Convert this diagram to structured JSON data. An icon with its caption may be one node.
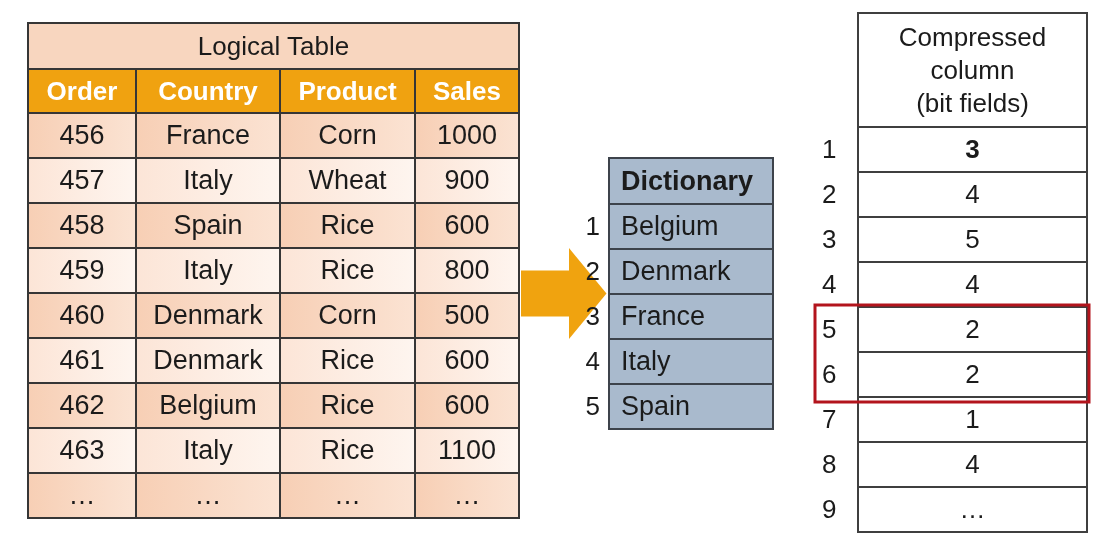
{
  "diagram": {
    "nodes": [
      {
        "text": [
          "Logical Table"
        ]
      },
      {
        "text": [
          "Order"
        ],
        "in": 0
      },
      {
        "text": [
          "Country"
        ],
        "in": 0
      },
      {
        "text": [
          "Product"
        ],
        "in": 0
      },
      {
        "text": [
          "Sales"
        ],
        "in": 0
      },
      {
        "text": [
          "456"
        ],
        "in": 0
      },
      {
        "text": [
          "France"
        ],
        "in": 0
      },
      {
        "text": [
          "Corn"
        ],
        "in": 0
      },
      {
        "text": [
          "1000"
        ],
        "in": 0
      },
      {
        "text": [
          "457"
        ],
        "in": 0
      },
      {
        "text": [
          "Italy"
        ],
        "in": 0
      },
      {
        "text": [
          "Wheat"
        ],
        "in": 0
      },
      {
        "text": [
          "900"
        ],
        "in": 0
      },
      {
        "text": [
          "458"
        ],
        "in": 0
      },
      {
        "text": [
          "Spain"
        ],
        "in": 0
      },
      {
        "text": [
          "Rice"
        ],
        "in": 0
      },
      {
        "text": [
          "600"
        ],
        "in": 0
      },
      {
        "text": [
          "459"
        ],
        "in": 0
      },
      {
        "text": [
          "Italy"
        ],
        "in": 0
      },
      {
        "text": [
          "Rice"
        ],
        "in": 0
      },
      {
        "text": [
          "800"
        ],
        "in": 0
      },
      {
        "text": [
          "460"
        ],
        "in": 0
      },
      {
        "text": [
          "Denmark"
        ],
        "in": 0
      },
      {
        "text": [
          "Corn"
        ],
        "in": 0
      },
      {
        "text": [
          "500"
        ],
        "in": 0
      },
      {
        "text": [
          "461"
        ],
        "in": 0
      },
      {
        "text": [
          "Denmark"
        ],
        "in": 0
      },
      {
        "text": [
          "Rice"
        ],
        "in": 0
      },
      {
        "text": [
          "600"
        ],
        "in": 0
      },
      {
        "text": [
          "462"
        ],
        "in": 0
      },
      {
        "text": [
          "Belgium"
        ],
        "in": 0
      },
      {
        "text": [
          "Rice"
        ],
        "in": 0
      },
      {
        "text": [
          "600"
        ],
        "in": 0
      },
      {
        "text": [
          "463"
        ],
        "in": 0
      },
      {
        "text": [
          "Italy"
        ],
        "in": 0
      },
      {
        "text": [
          "Rice"
        ],
        "in": 0
      },
      {
        "text": [
          "1100"
        ],
        "in": 0
      },
      {
        "text": [
          "…"
        ],
        "in": 0
      },
      {
        "text": [
          "…"
        ],
        "in": 0
      },
      {
        "text": [
          "…"
        ],
        "in": 0
      },
      {
        "text": [
          "…"
        ],
        "in": 0
      },
      {
        "text": [],
        "shape": "box"
      },
      {
        "text": [
          "Dictionary"
        ],
        "in": 41
      },
      {
        "text": [
          "Belgium"
        ],
        "in": 41,
        "beside": [
          "1"
        ]
      },
      {
        "text": [
          "Denmark"
        ],
        "in": 41,
        "beside": [
          "2"
        ]
      },
      {
        "text": [
          "France"
        ],
        "in": 41,
        "beside": [
          "3"
        ]
      },
      {
        "text": [
          "Italy"
        ],
        "in": 41,
        "beside": [
          "4"
        ]
      },
      {
        "text": [
          "Spain"
        ],
        "in": 41,
        "beside": [
          "5"
        ]
      },
      {
        "text": [
          "Compressed column (bit fields)"
        ]
      },
      {
        "text": [
          "3"
        ],
        "in": 48,
        "beside": [
          "1"
        ]
      },
      {
        "text": [
          "4"
        ],
        "in": 48,
        "beside": [
          "2"
        ]
      },
      {
        "text": [
          "5"
        ],
        "in": 48,
        "beside": [
          "3"
        ]
      },
      {
        "text": [
          "4"
        ],
        "in": 48,
        "beside": [
          "4"
        ]
      },
      {
        "text": [
          "2"
        ],
        "in": 48,
        "beside": [
          "5"
        ]
      },
      {
        "text": [
          "2"
        ],
        "in": 48,
        "beside": [
          "6"
        ]
      },
      {
        "text": [
          "1"
        ],
        "in": 48,
        "beside": [
          "7"
        ]
      },
      {
        "text": [
          "4"
        ],
        "in": 48,
        "beside": [
          "8"
        ]
      },
      {
        "text": [
          "…"
        ],
        "in": 48,
        "beside": [
          "9"
        ]
      }
    ],
    "edges": [
      {
        "from": 0,
        "to": 41,
        "arrow": "to"
      }
    ]
  }
}
